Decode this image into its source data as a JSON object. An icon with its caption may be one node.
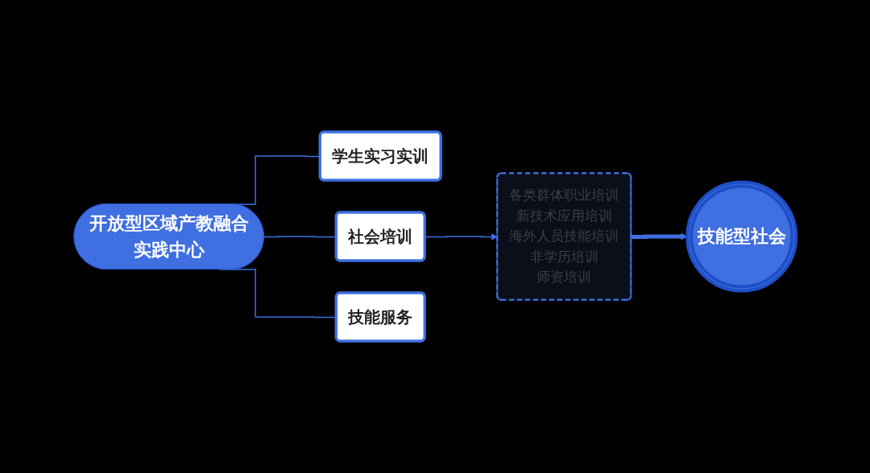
{
  "diagram": {
    "nodes": [
      {
        "text": [
          "开放型区域产教融合实践中心"
        ]
      },
      {
        "text": [
          "学生实习实训"
        ]
      },
      {
        "text": [
          "社会培训"
        ]
      },
      {
        "text": [
          "技能服务"
        ]
      },
      {
        "text": [
          "各类群体职业培训",
          "新技术应用培训",
          "海外人员技能培训",
          "非学历培训",
          "师资培训"
        ]
      },
      {
        "text": [
          "技能型社会"
        ]
      }
    ],
    "edges": [
      {
        "from": 0,
        "to": 1,
        "arrow": "none"
      },
      {
        "from": 0,
        "to": 2,
        "arrow": "none"
      },
      {
        "from": 0,
        "to": 3,
        "arrow": "none"
      },
      {
        "from": 2,
        "to": 4,
        "arrow": "to"
      },
      {
        "from": 4,
        "to": 5,
        "arrow": "to",
        "style": "thick"
      }
    ]
  }
}
